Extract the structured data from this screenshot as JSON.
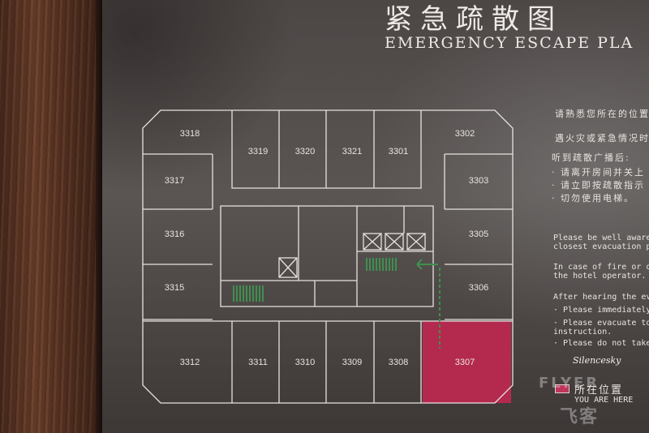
{
  "sign": {
    "title_cn": "紧急疏散图",
    "title_en": "EMERGENCY ESCAPE PLA",
    "instructions_cn": [
      "请熟悉您所在的位置",
      "遇火灾或紧急情况时",
      "听到疏散广播后:",
      "· 请离开房间并关上",
      "· 请立即按疏散指示",
      "· 切勿使用电梯。"
    ],
    "instructions_en": [
      "Please be well aware",
      "closest evacuation po",
      "In case of fire or o",
      "the hotel operator.",
      "After hearing the eva",
      "· Please immediately",
      "· Please evacuate to",
      "  instruction.",
      "· Please do not take"
    ],
    "legend_cn": "所在位置",
    "legend_en": "YOU ARE HERE",
    "signature": "Silencesky",
    "watermark_top": "FLYER",
    "watermark_bottom": "飞客"
  },
  "floor_plan": {
    "rooms": [
      "3318",
      "3319",
      "3320",
      "3321",
      "3301",
      "3302",
      "3317",
      "3303",
      "3316",
      "3305",
      "3315",
      "3306",
      "3312",
      "3311",
      "3310",
      "3309",
      "3308",
      "3307"
    ],
    "current_room": "3307",
    "colors": {
      "highlight": "#b42a4f",
      "stairs": "#3f8f4f",
      "exit_sign": "#c23a3a",
      "line": "#e6e2de"
    }
  }
}
